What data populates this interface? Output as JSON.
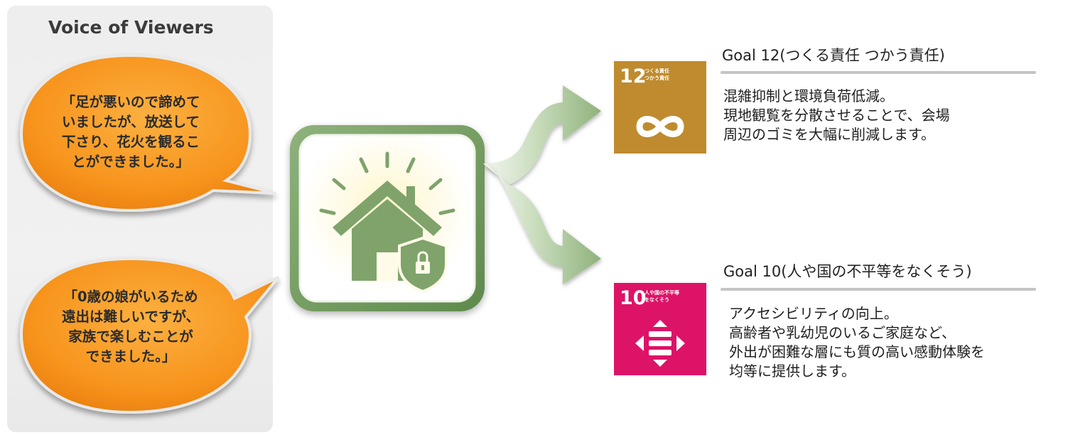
{
  "voice_panel": {
    "title": "Voice of Viewers",
    "quotes": [
      {
        "lines": [
          "「足が悪いので諦めて",
          "いましたが、放送して",
          "下さり、花火を観るこ",
          "とができました。」"
        ]
      },
      {
        "lines": [
          "「0歳の娘がいるため",
          "遠出は難しいですが、",
          "家族で楽しむことが",
          "できました。」"
        ]
      }
    ],
    "bubble_color": "#f7941d"
  },
  "center_icon": {
    "icon": "home-shield-icon",
    "accent": "#7fa36b"
  },
  "goals": [
    {
      "title": "Goal 12(つくる責任 つかう責任)",
      "tile": {
        "number": "12",
        "label_lines": [
          "つくる責任",
          "つかう責任"
        ],
        "color": "#bf8b2e",
        "icon": "infinity-icon"
      },
      "body": [
        "混雑抑制と環境負荷低減。",
        "現地観覧を分散させることで、会場",
        "周辺のゴミを大幅に削減します。"
      ]
    },
    {
      "title": "Goal 10(人や国の不平等をなくそう)",
      "tile": {
        "number": "10",
        "label_lines": [
          "人や国の不平等",
          "をなくそう"
        ],
        "color": "#dd1367",
        "icon": "equality-arrows-icon"
      },
      "body": [
        "アクセシビリティの向上。",
        "高齢者や乳幼児のいるご家庭など、",
        "外出が困難な層にも質の高い感動体験を",
        "均等に提供します。"
      ]
    }
  ]
}
